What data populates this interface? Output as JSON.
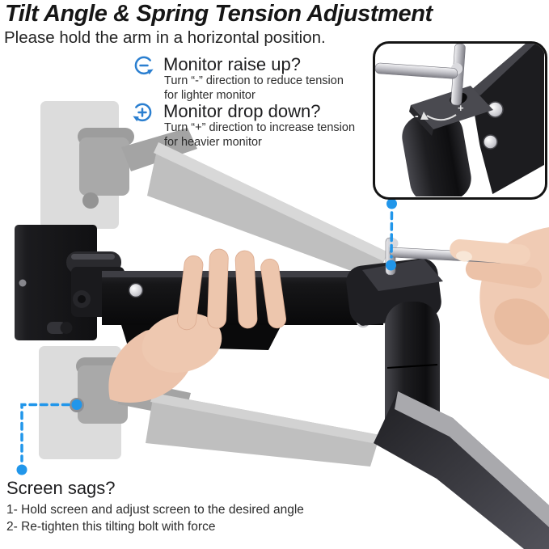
{
  "header": {
    "title": "Tilt Angle & Spring Tension Adjustment",
    "subtitle": "Please hold the arm in a horizontal position."
  },
  "instructions": [
    {
      "icon": "rotate-minus-icon",
      "heading": "Monitor raise up?",
      "line1": "Turn “-” direction to reduce tension",
      "line2": "for lighter monitor"
    },
    {
      "icon": "rotate-plus-icon",
      "heading": "Monitor drop down?",
      "line1": "Turn “+” direction to increase tension",
      "line2": "for heavier monitor"
    }
  ],
  "footer": {
    "heading": "Screen sags?",
    "step1": "1- Hold screen and adjust screen to the desired angle",
    "step2": "2- Re-tighten this tilting bolt with force"
  },
  "inset": {
    "minus_marking": "-",
    "plus_marking": "+"
  },
  "colors": {
    "accent_blue": "#2b7fd0",
    "dot_blue": "#2196ea",
    "text": "#1f1f21"
  }
}
